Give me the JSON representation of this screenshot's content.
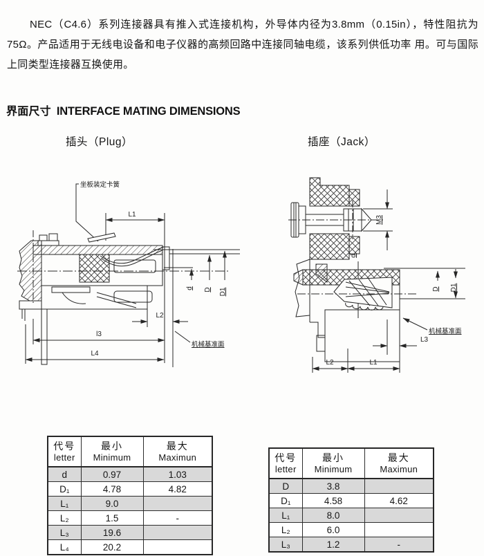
{
  "intro": {
    "text": "NEC（C4.6）系列连接器具有推入式连接机构，外导体内径为3.8mm（0.15in），特性阻抗为75Ω。产品适用于无线电设备和电子仪器的高频回路中连接同轴电缆，该系列供低功率 用。可与国际上同类型连接器互换使用。"
  },
  "section": {
    "title_zh": "界面尺寸",
    "title_en": "INTERFACE MATING DIMENSIONS"
  },
  "plug": {
    "label": "插头（Plug）",
    "callout_spring": "坐板装定卡簧",
    "callout_datum": "机械基准面",
    "dims": {
      "l1": "L1",
      "l2": "L2",
      "l3": "l3",
      "l4": "L4",
      "d": "d",
      "D": "D",
      "D1": "D1"
    }
  },
  "jack": {
    "label": "插座（Jack）",
    "callout_datum": "机械基准面",
    "dims": {
      "m3": "M3",
      "d": "d",
      "D": "D",
      "D1": "D1",
      "l1": "L1",
      "l2": "L2",
      "l3": "L3"
    }
  },
  "table_headers": {
    "letter_zh": "代号",
    "letter_en": "letter",
    "min_zh": "最小",
    "min_en": "Minimum",
    "max_zh": "最大",
    "max_en": "Maximun"
  },
  "plug_table": {
    "rows": [
      {
        "letter": "d",
        "min": "0.97",
        "max": "1.03"
      },
      {
        "letter": "D₁",
        "min": "4.78",
        "max": "4.82"
      },
      {
        "letter": "L₁",
        "min": "9.0",
        "max": ""
      },
      {
        "letter": "L₂",
        "min": "1.5",
        "max": "-"
      },
      {
        "letter": "L₃",
        "min": "19.6",
        "max": ""
      },
      {
        "letter": "L₄",
        "min": "20.2",
        "max": ""
      }
    ]
  },
  "jack_table": {
    "rows": [
      {
        "letter": "D",
        "min": "3.8",
        "max": ""
      },
      {
        "letter": "D₁",
        "min": "4.58",
        "max": "4.62"
      },
      {
        "letter": "L₁",
        "min": "8.0",
        "max": ""
      },
      {
        "letter": "L₂",
        "min": "6.0",
        "max": ""
      },
      {
        "letter": "L₃",
        "min": "1.2",
        "max": "-"
      }
    ]
  }
}
